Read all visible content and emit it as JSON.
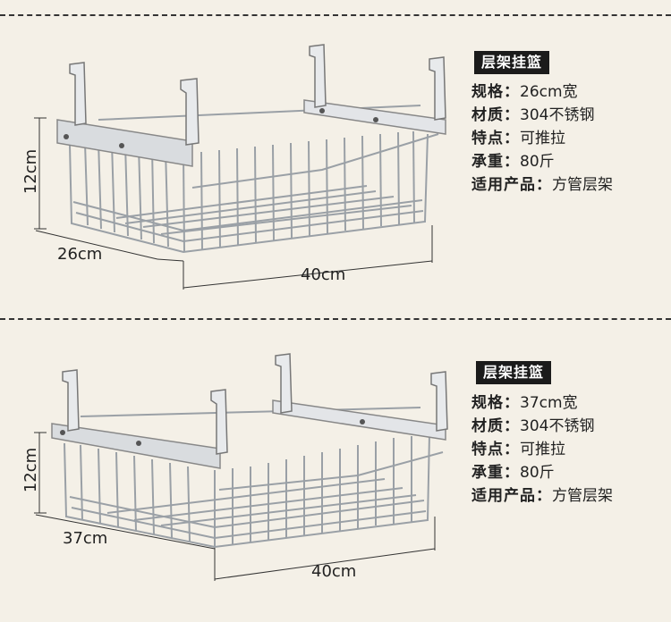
{
  "panels": [
    {
      "title": "层架挂篮",
      "specs": [
        {
          "label": "规格：",
          "value": "26cm宽"
        },
        {
          "label": "材质：",
          "value": "304不锈钢"
        },
        {
          "label": "特点：",
          "value": "可推拉"
        },
        {
          "label": "承重：",
          "value": "80斤"
        },
        {
          "label": "适用产品：",
          "value": "方管层架"
        }
      ],
      "dimensions": {
        "height": "12cm",
        "depth": "26cm",
        "width": "40cm"
      }
    },
    {
      "title": "层架挂篮",
      "specs": [
        {
          "label": "规格：",
          "value": "37cm宽"
        },
        {
          "label": "材质：",
          "value": "304不锈钢"
        },
        {
          "label": "特点：",
          "value": "可推拉"
        },
        {
          "label": "承重：",
          "value": "80斤"
        },
        {
          "label": "适用产品：",
          "value": "方管层架"
        }
      ],
      "dimensions": {
        "height": "12cm",
        "depth": "37cm",
        "width": "40cm"
      }
    }
  ]
}
